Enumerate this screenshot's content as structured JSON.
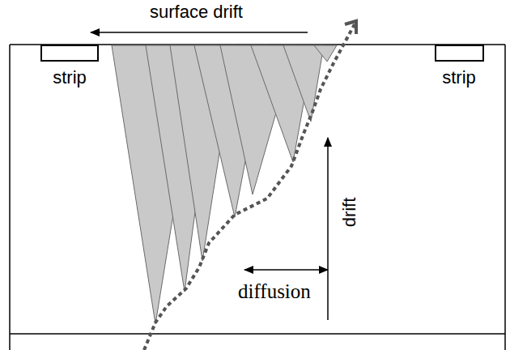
{
  "diagram": {
    "nodes": [
      {
        "text": [
          "strip"
        ]
      },
      {
        "text": [
          "strip"
        ]
      }
    ],
    "labels": [
      "surface drift",
      "drift",
      "diffusion"
    ]
  }
}
